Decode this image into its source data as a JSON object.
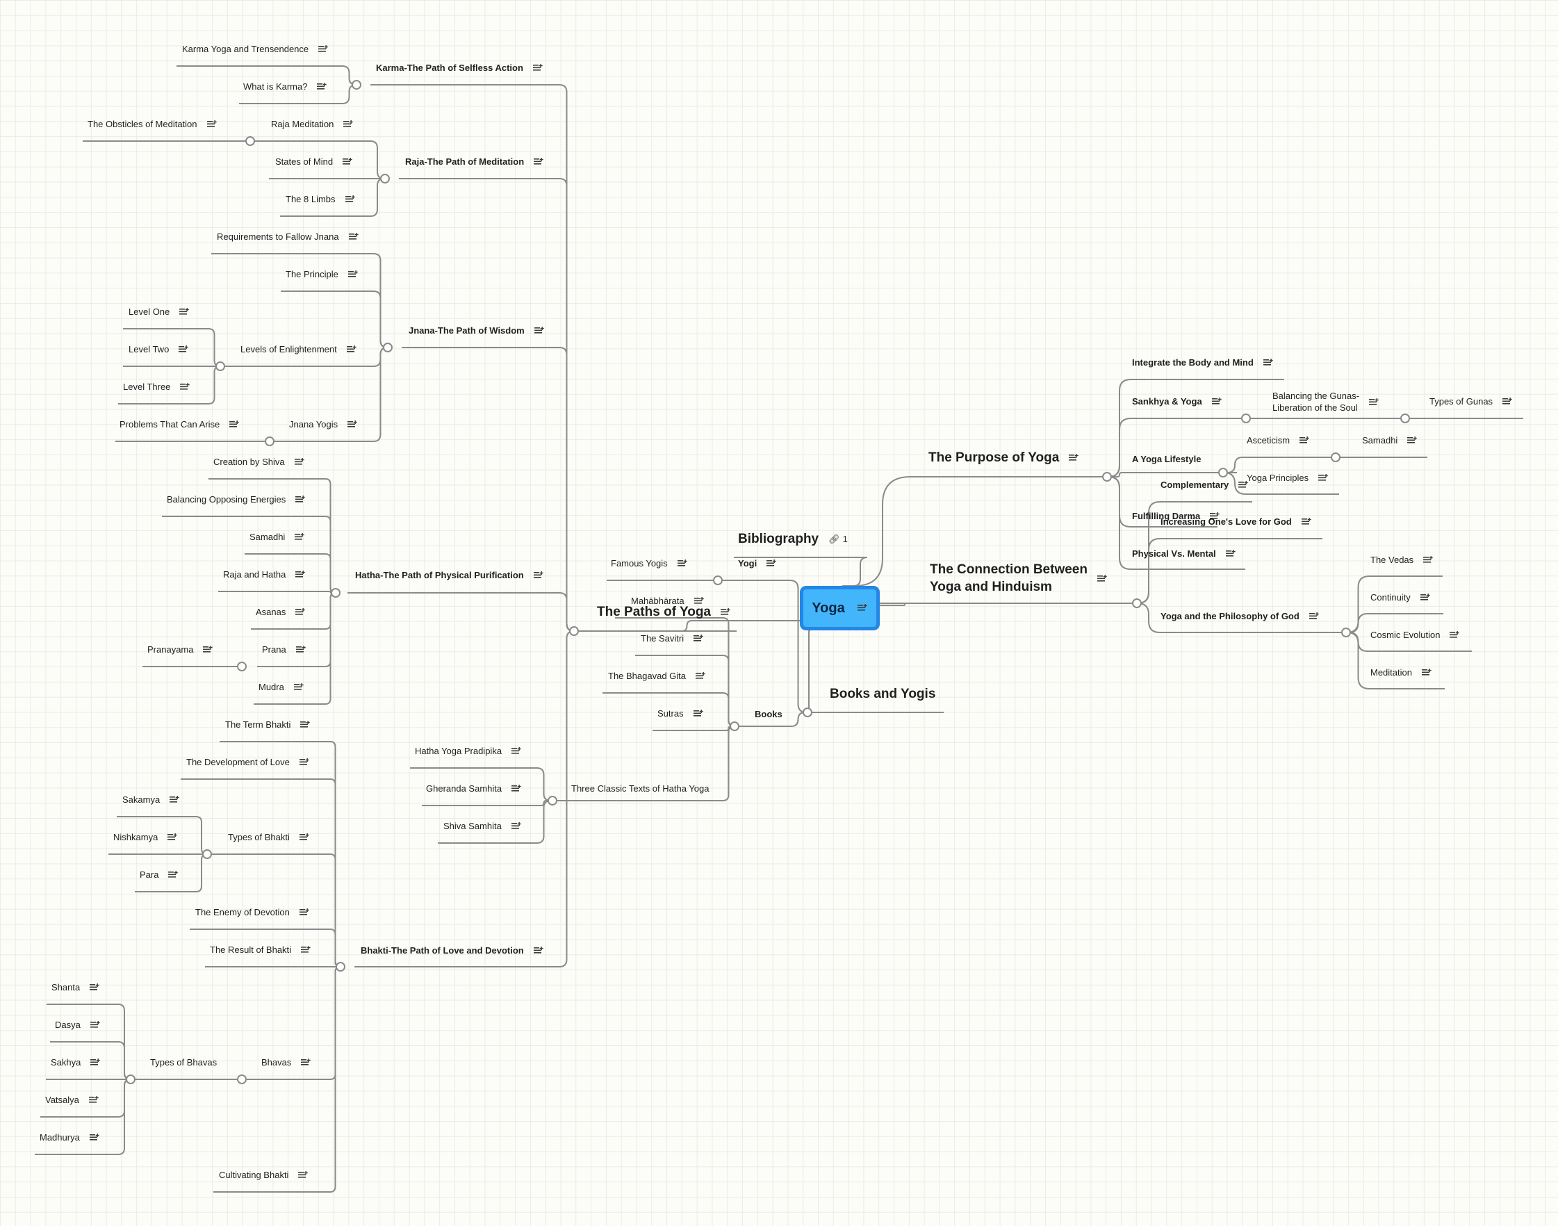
{
  "central_topic": "Yoga",
  "colors": {
    "central_fill": "#43b5fb",
    "central_border": "#2287e6",
    "connector": "#8a8a8a"
  },
  "right": {
    "purpose": {
      "title": "The Purpose of Yoga",
      "integrate": "Integrate the Body and Mind",
      "sankhya": "Sankhya & Yoga",
      "balancing_gunas": "Balancing the Gunas-\nLiberation of the Soul",
      "types_of_gunas": "Types of Gunas",
      "lifestyle": "A Yoga Lifestyle",
      "asceticism": "Asceticism",
      "samadhi": "Samadhi",
      "yoga_principles": "Yoga Principles",
      "complementary": "Complementary",
      "fulfilling_darma": "Fulfilling Darma",
      "physical_mental": "Physical Vs. Mental"
    },
    "connection": {
      "title": "The Connection Between\nYoga and Hinduism",
      "increasing_love": "Increasing One's Love for God",
      "philosophy_god": "Yoga and the Philosophy of God",
      "vedas": "The Vedas",
      "continuity": "Continuity",
      "cosmic_evolution": "Cosmic Evolution",
      "meditation": "Meditation"
    }
  },
  "center": {
    "bibliography": "Bibliography",
    "bibliography_link_count": "1",
    "books_yogis": "Books and Yogis",
    "yogi": "Yogi",
    "famous_yogis": "Famous Yogis",
    "books": "Books",
    "mahabharata": "Mahābhārata",
    "savitri": "The Savitri",
    "bhagavad_gita": "The Bhagavad Gita",
    "sutras": "Sutras",
    "three_texts": "Three Classic Texts of Hatha Yoga",
    "hatha_pradipika": "Hatha Yoga Pradipika",
    "gheranda": "Gheranda Samhita",
    "shiva_samhita": "Shiva Samhita"
  },
  "paths": {
    "title": "The Paths of Yoga",
    "karma": {
      "title": "Karma-The Path of Selfless Action",
      "transcendence": "Karma Yoga and Trensendence",
      "what_is": "What is Karma?"
    },
    "raja": {
      "title": "Raja-The Path of Meditation",
      "raja_meditation": "Raja Meditation",
      "obsticles": "The Obsticles of Meditation",
      "states": "States of Mind",
      "limbs": "The 8 Limbs"
    },
    "jnana": {
      "title": "Jnana-The Path of Wisdom",
      "requirements": "Requirements to Fallow Jnana",
      "principle": "The Principle",
      "levels": "Levels of Enlightenment",
      "level_one": "Level One",
      "level_two": "Level Two",
      "level_three": "Level Three",
      "jnana_yogis": "Jnana Yogis",
      "problems": "Problems That Can Arise"
    },
    "hatha": {
      "title": "Hatha-The Path of Physical Purification",
      "creation": "Creation by Shiva",
      "balancing": "Balancing Opposing Energies",
      "samadhi": "Samadhi",
      "raja_hatha": "Raja and Hatha",
      "asanas": "Asanas",
      "prana": "Prana",
      "pranayama": "Pranayama",
      "mudra": "Mudra"
    },
    "bhakti": {
      "title": "Bhakti-The Path of Love and Devotion",
      "term": "The Term Bhakti",
      "development": "The Development of Love",
      "types": "Types of Bhakti",
      "sakamya": "Sakamya",
      "nishkamya": "Nishkamya",
      "para": "Para",
      "enemy": "The Enemy of Devotion",
      "result": "The Result of Bhakti",
      "bhavas": "Bhavas",
      "types_bhavas": "Types of Bhavas",
      "shanta": "Shanta",
      "dasya": "Dasya",
      "sakhya": "Sakhya",
      "vatsalya": "Vatsalya",
      "madhurya": "Madhurya",
      "cultivating": "Cultivating Bhakti"
    }
  }
}
